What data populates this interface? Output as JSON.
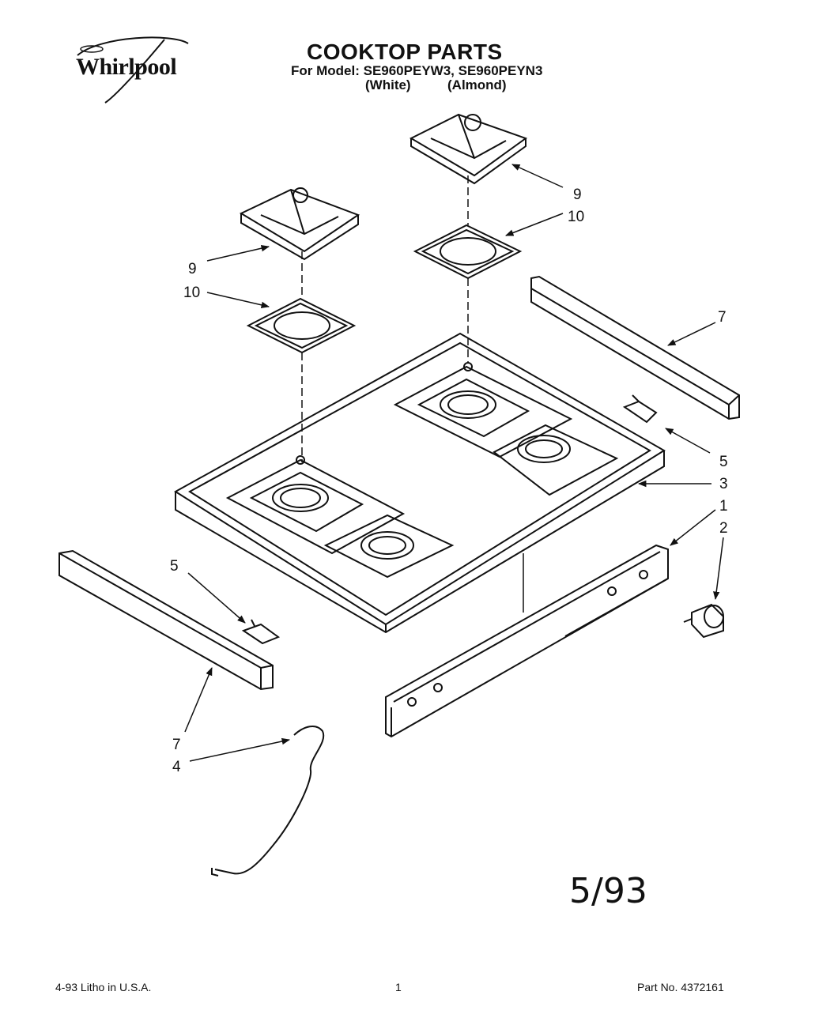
{
  "header": {
    "brand": "Whirlpool",
    "title": "COOKTOP PARTS",
    "model_line": "For Model: SE960PEYW3, SE960PEYN3",
    "variant_white": "(White)",
    "variant_almond": "(Almond)"
  },
  "callouts": {
    "grate_left": "9",
    "grate_right": "9",
    "ring_left": "10",
    "ring_right": "10",
    "trim_right": "7",
    "trim_left": "7",
    "clip_right": "5",
    "clip_left": "5",
    "cooktop": "3",
    "panel": "1",
    "knob": "2",
    "tube": "4"
  },
  "handwritten_date": "5/93",
  "footer": {
    "left": "4-93  Litho in U.S.A.",
    "page": "1",
    "part_no": "Part No. 4372161"
  }
}
